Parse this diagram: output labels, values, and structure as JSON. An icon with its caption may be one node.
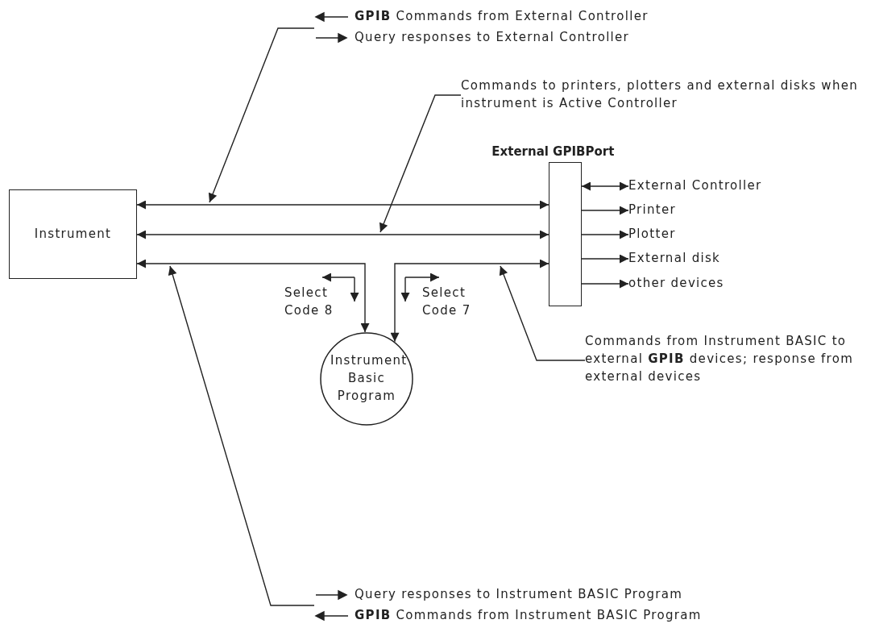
{
  "diagram": {
    "nodes": [
      {
        "text": [
          "Instrument"
        ]
      },
      {
        "text": [
          "External GPIBPort"
        ]
      },
      {
        "text": [
          "Instrument Basic Program"
        ]
      },
      {
        "text": [
          "External Controller"
        ]
      },
      {
        "text": [
          "Printer"
        ]
      },
      {
        "text": [
          "Plotter"
        ]
      },
      {
        "text": [
          "External disk"
        ]
      },
      {
        "text": [
          "other devices"
        ]
      },
      {
        "text": [
          "**GPIB** Commands from External Controller",
          "Query responses to External Controller"
        ]
      },
      {
        "text": [
          "Commands to printers, plotters and external disks when instrument is Active Controller"
        ]
      },
      {
        "text": [
          "Commands from Instrument BASIC to external **GPIB** devices; response from external devices"
        ]
      },
      {
        "text": [
          "Query responses to Instrument BASIC Program",
          "**GPIB** Commands from Instrument BASIC Program"
        ]
      }
    ],
    "edges": [
      {
        "from": 0,
        "to": 1,
        "arrow": "both"
      },
      {
        "from": 0,
        "to": 1,
        "arrow": "both"
      },
      {
        "from": 2,
        "to": 0,
        "arrow": "both"
      },
      {
        "from": 2,
        "to": 1,
        "arrow": "both"
      },
      {
        "from": 1,
        "to": 3,
        "arrow": "both"
      },
      {
        "from": 1,
        "to": 4,
        "arrow": "to"
      },
      {
        "from": 1,
        "to": 5,
        "arrow": "to"
      },
      {
        "from": 1,
        "to": 6,
        "arrow": "to"
      },
      {
        "from": 1,
        "to": 7,
        "arrow": "to"
      },
      {
        "from": 8,
        "to": null,
        "arrow": "to"
      },
      {
        "from": 9,
        "to": null,
        "arrow": "to"
      },
      {
        "from": 10,
        "to": null,
        "arrow": "to"
      },
      {
        "from": 11,
        "to": null,
        "arrow": "to"
      }
    ],
    "labels": [
      "Select Code 8",
      "Select Code 7"
    ]
  }
}
